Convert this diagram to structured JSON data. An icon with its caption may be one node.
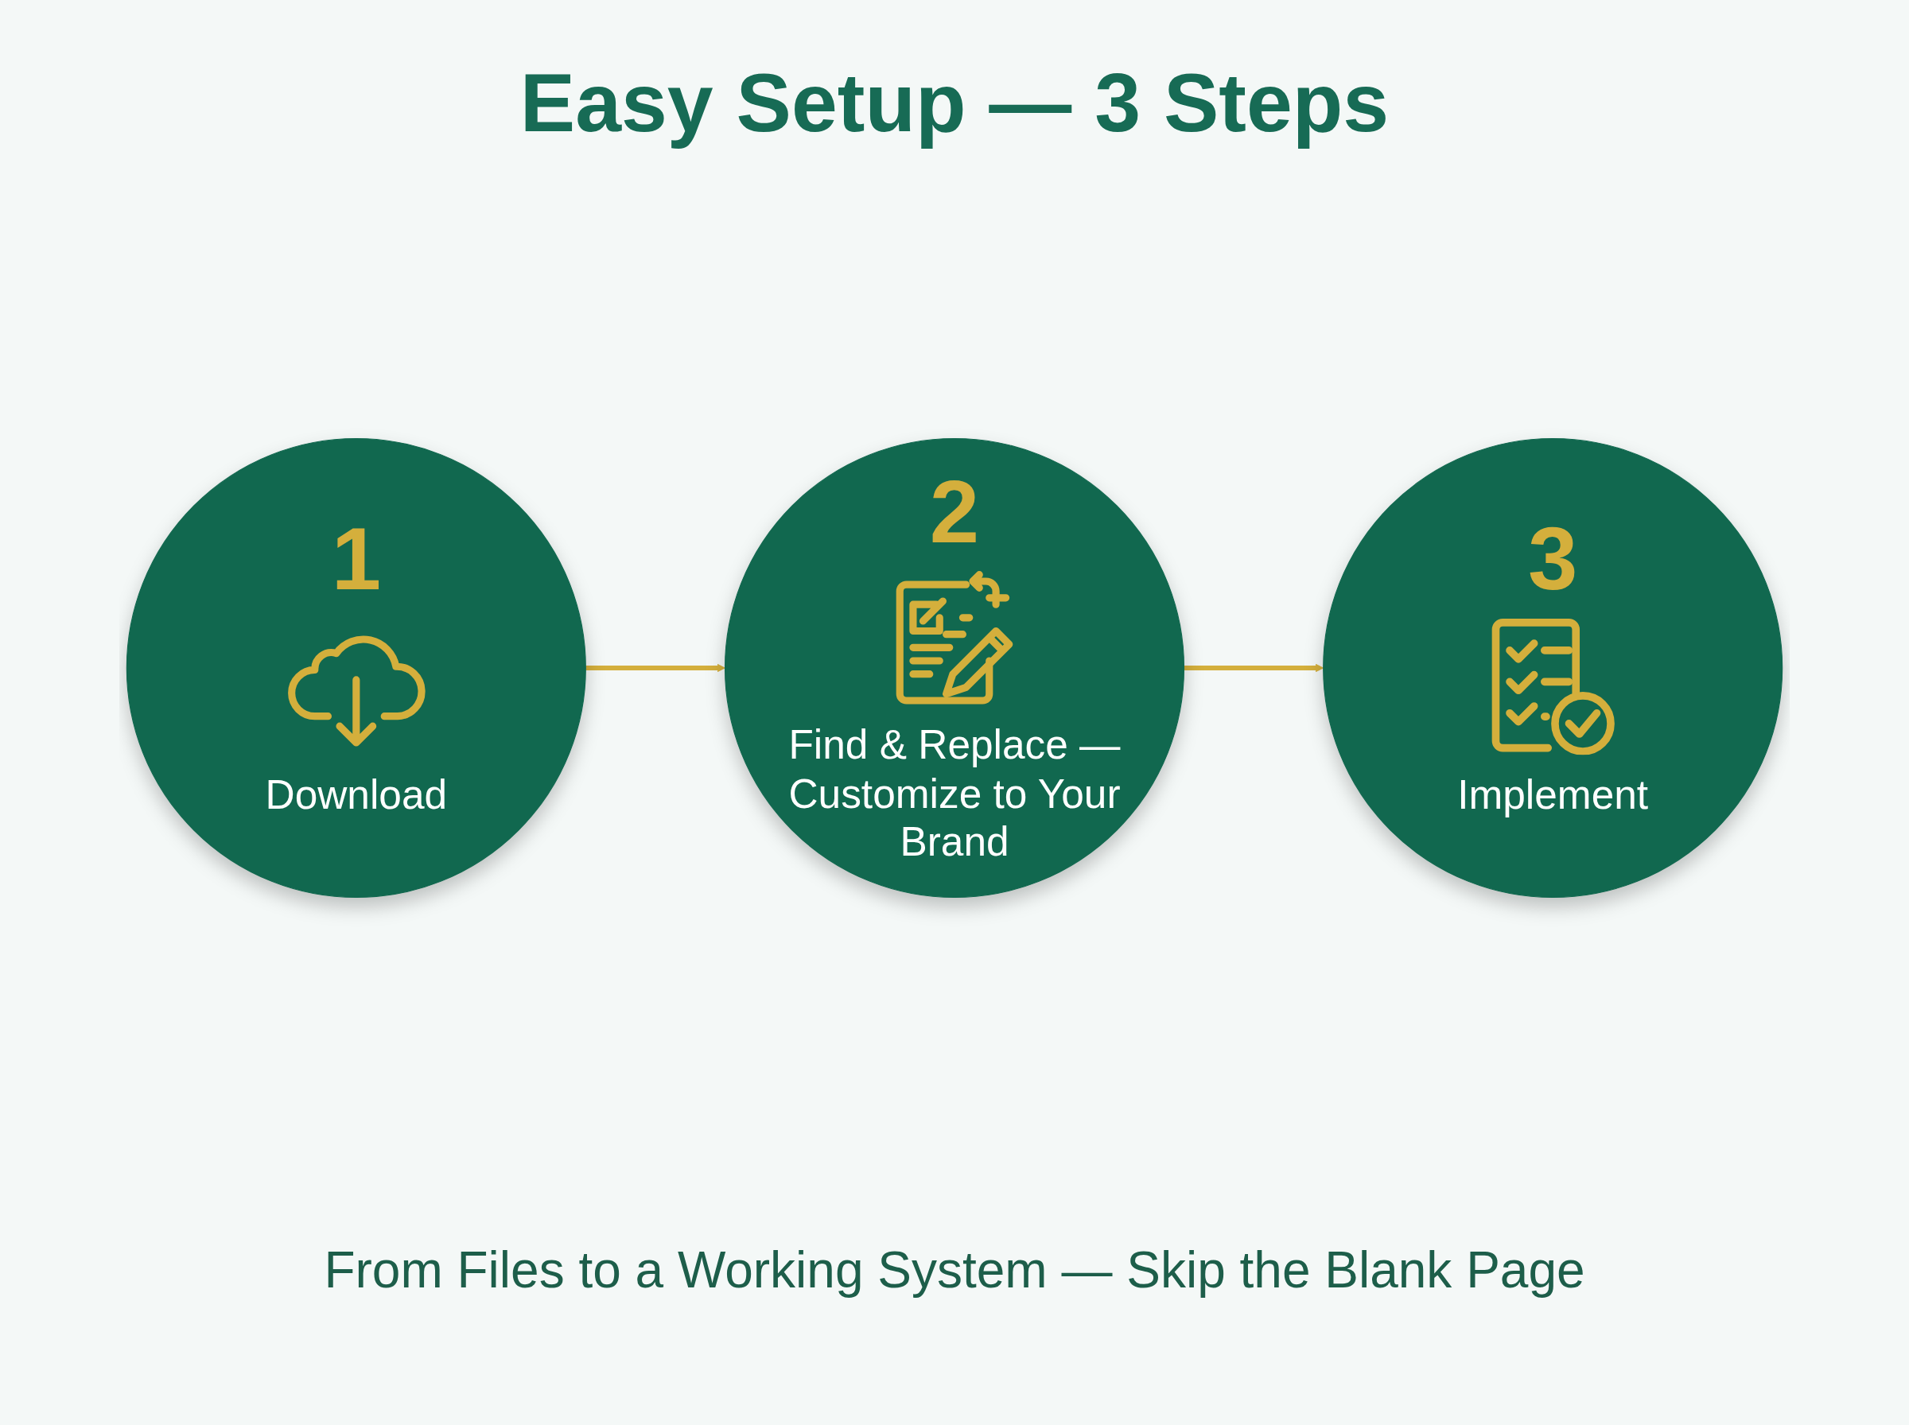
{
  "diagram": {
    "title": "Easy Setup — 3 Steps",
    "caption": "From Files to a Working System — Skip the Blank Page",
    "nodes": [
      {
        "text": [
          "1",
          "Download"
        ]
      },
      {
        "text": [
          "2",
          "Find & Replace — Customize to Your Brand"
        ]
      },
      {
        "text": [
          "3",
          "Implement"
        ]
      }
    ],
    "edges": [
      {
        "from": 0,
        "to": 1,
        "arrow": "to"
      },
      {
        "from": 1,
        "to": 2,
        "arrow": "to"
      }
    ]
  }
}
